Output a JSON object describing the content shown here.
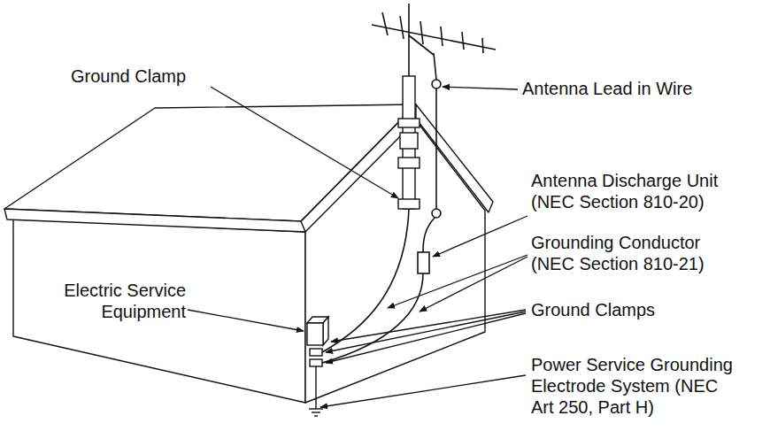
{
  "diagram": {
    "labels": [
      "Ground Clamp",
      "Antenna Lead in Wire",
      "Antenna Discharge Unit (NEC Section 810-20)",
      "Grounding Conductor (NEC Section 810-21)",
      "Ground Clamps",
      "Electric Service Equipment",
      "Power Service Grounding Electrode System (NEC Art 250, Part H)"
    ]
  }
}
